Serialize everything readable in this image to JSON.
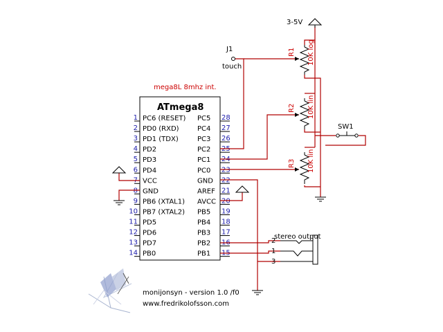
{
  "chip": {
    "caption": "mega8L 8mhz int.",
    "name": "ATmega8",
    "left_pins": [
      {
        "num": "1",
        "label": "PC6 (RESET)"
      },
      {
        "num": "2",
        "label": "PD0 (RXD)"
      },
      {
        "num": "3",
        "label": "PD1 (TDX)"
      },
      {
        "num": "4",
        "label": "PD2"
      },
      {
        "num": "5",
        "label": "PD3"
      },
      {
        "num": "6",
        "label": "PD4"
      },
      {
        "num": "7",
        "label": "VCC"
      },
      {
        "num": "8",
        "label": "GND"
      },
      {
        "num": "9",
        "label": "PB6 (XTAL1)"
      },
      {
        "num": "10",
        "label": "PB7 (XTAL2)"
      },
      {
        "num": "11",
        "label": "PD5"
      },
      {
        "num": "12",
        "label": "PD6"
      },
      {
        "num": "13",
        "label": "PD7"
      },
      {
        "num": "14",
        "label": "PB0"
      }
    ],
    "right_pins": [
      {
        "num": "28",
        "label": "PC5"
      },
      {
        "num": "27",
        "label": "PC4"
      },
      {
        "num": "26",
        "label": "PC3"
      },
      {
        "num": "25",
        "label": "PC2"
      },
      {
        "num": "24",
        "label": "PC1"
      },
      {
        "num": "23",
        "label": "PC0"
      },
      {
        "num": "22",
        "label": "GND"
      },
      {
        "num": "21",
        "label": "AREF"
      },
      {
        "num": "20",
        "label": "AVCC"
      },
      {
        "num": "19",
        "label": "PB5"
      },
      {
        "num": "18",
        "label": "PB4"
      },
      {
        "num": "17",
        "label": "PB3"
      },
      {
        "num": "16",
        "label": "PB2"
      },
      {
        "num": "15",
        "label": "PB1"
      }
    ]
  },
  "labels": {
    "supply": "3-5V",
    "j1_name": "J1",
    "j1_desc": "touch",
    "r1_name": "R1",
    "r1_value": "10K log",
    "r2_name": "R2",
    "r2_value": "10K lin",
    "r3_name": "R3",
    "r3_value": "10K lin",
    "sw1": "SW1",
    "jack": "stereo output",
    "jack_pin1": "1",
    "jack_pin2": "2",
    "jack_pin3": "3",
    "credit_line1": "monijonsyn - version 1.0 /f0",
    "credit_line2": "www.fredrikolofsson.com"
  },
  "colors": {
    "wire": "#b00000",
    "pin_number": "#1a1aaa",
    "caption": "#cc0000",
    "logo": "#7d8fc4"
  }
}
